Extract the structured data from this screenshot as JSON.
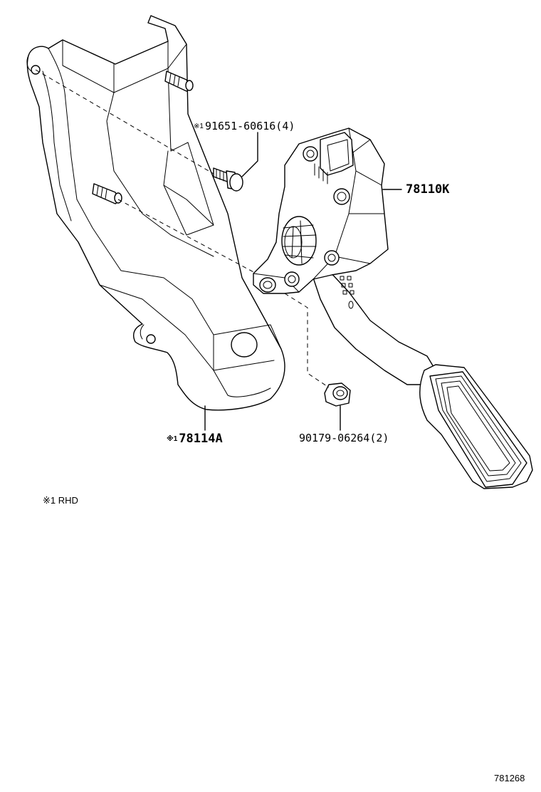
{
  "parts": {
    "bolt": {
      "marker": "※1",
      "label": "91651-60616(4)"
    },
    "pedal_assembly": {
      "label": "78110K"
    },
    "bracket": {
      "marker": "※1",
      "label": "78114A"
    },
    "nut": {
      "label": "90179-06264(2)"
    }
  },
  "legend": {
    "note": "※1 RHD"
  },
  "figure_id": "781268"
}
